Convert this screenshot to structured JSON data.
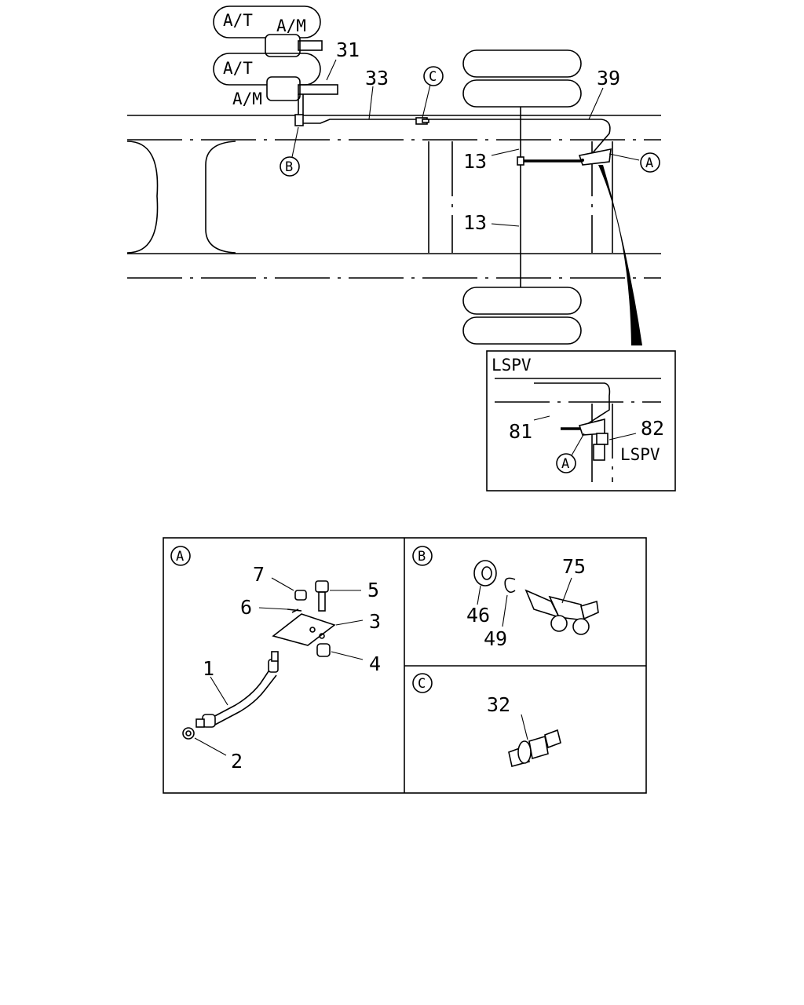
{
  "labels": {
    "at_upper": "A/T",
    "am_upper": "A/M",
    "at_lower": "A/T",
    "am_lower": "A/M",
    "p31": "31",
    "p33": "33",
    "p39": "39",
    "p13_upper": "13",
    "p13_lower": "13",
    "ref_c": "C",
    "ref_b": "B",
    "ref_a": "A"
  },
  "detail_inset": {
    "title": "LSPV",
    "p81": "81",
    "p82": "82",
    "lspv_label": "LSPV",
    "ref_a": "A"
  },
  "panels": {
    "a": {
      "ref": "A",
      "parts": [
        "7",
        "5",
        "6",
        "3",
        "4",
        "1",
        "2"
      ]
    },
    "b": {
      "ref": "B",
      "parts": [
        "46",
        "49",
        "75"
      ]
    },
    "c": {
      "ref": "C",
      "parts": [
        "32"
      ]
    }
  }
}
